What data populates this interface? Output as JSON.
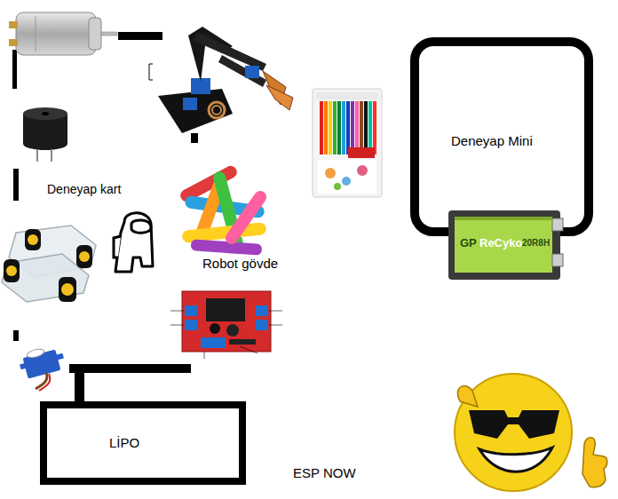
{
  "diagram": {
    "nodes": [
      {
        "text": [
          "Deneyap Mini"
        ]
      },
      {
        "text": [
          "LİPO"
        ]
      }
    ],
    "labels": [
      "Deneyap kart",
      "Robot gövde",
      "ESP NOW",
      "GP",
      "ReCyko",
      "20R8H"
    ]
  }
}
